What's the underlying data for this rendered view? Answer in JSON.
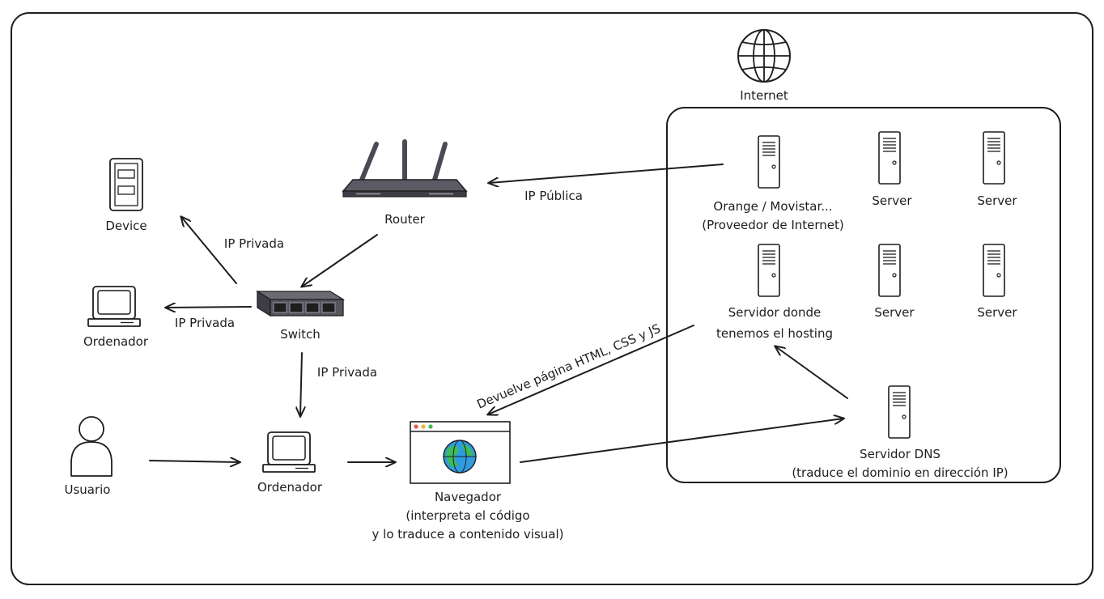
{
  "labels": {
    "internet": "Internet",
    "router": "Router",
    "device": "Device",
    "switch": "Switch",
    "ordenador_left": "Ordenador",
    "ordenador_center": "Ordenador",
    "usuario": "Usuario",
    "navegador_1": "Navegador",
    "navegador_2": "(interpreta el código",
    "navegador_3": "y lo traduce a contenido visual)",
    "isp_1": "Orange / Movistar...",
    "isp_2": "(Proveedor de Internet)",
    "server_1": "Server",
    "server_2": "Server",
    "server_3": "Server",
    "server_4": "Server",
    "hosting_1": "Servidor donde",
    "hosting_2": "tenemos el hosting",
    "dns_1": "Servidor DNS",
    "dns_2": "(traduce el dominio en dirección IP)"
  },
  "edges": {
    "ip_publica": "IP Pública",
    "ip_privada_device": "IP Privada",
    "ip_privada_ordenador": "IP Privada",
    "ip_privada_down": "IP Privada",
    "devuelve": "Devuelve página HTML, CSS y JS"
  }
}
